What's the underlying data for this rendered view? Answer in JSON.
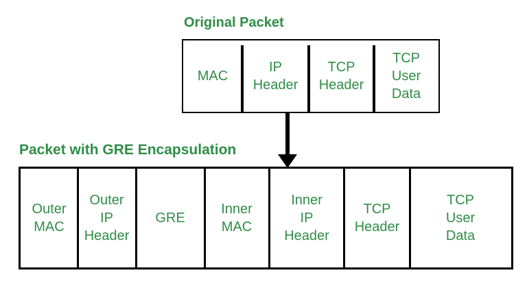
{
  "colors": {
    "text_green": "#2f8d46",
    "line_black": "#000000",
    "background": "#ffffff"
  },
  "original_packet": {
    "title": "Original Packet",
    "cells": [
      "MAC",
      "IP\nHeader",
      "TCP\nHeader",
      "TCP\nUser\nData"
    ]
  },
  "arrow": {
    "direction": "down"
  },
  "gre_packet": {
    "title": "Packet with GRE Encapsulation",
    "cells": [
      "Outer\nMAC",
      "Outer\nIP\nHeader",
      "GRE",
      "Inner\nMAC",
      "Inner\nIP\nHeader",
      "TCP\nHeader",
      "TCP\nUser\nData"
    ]
  }
}
